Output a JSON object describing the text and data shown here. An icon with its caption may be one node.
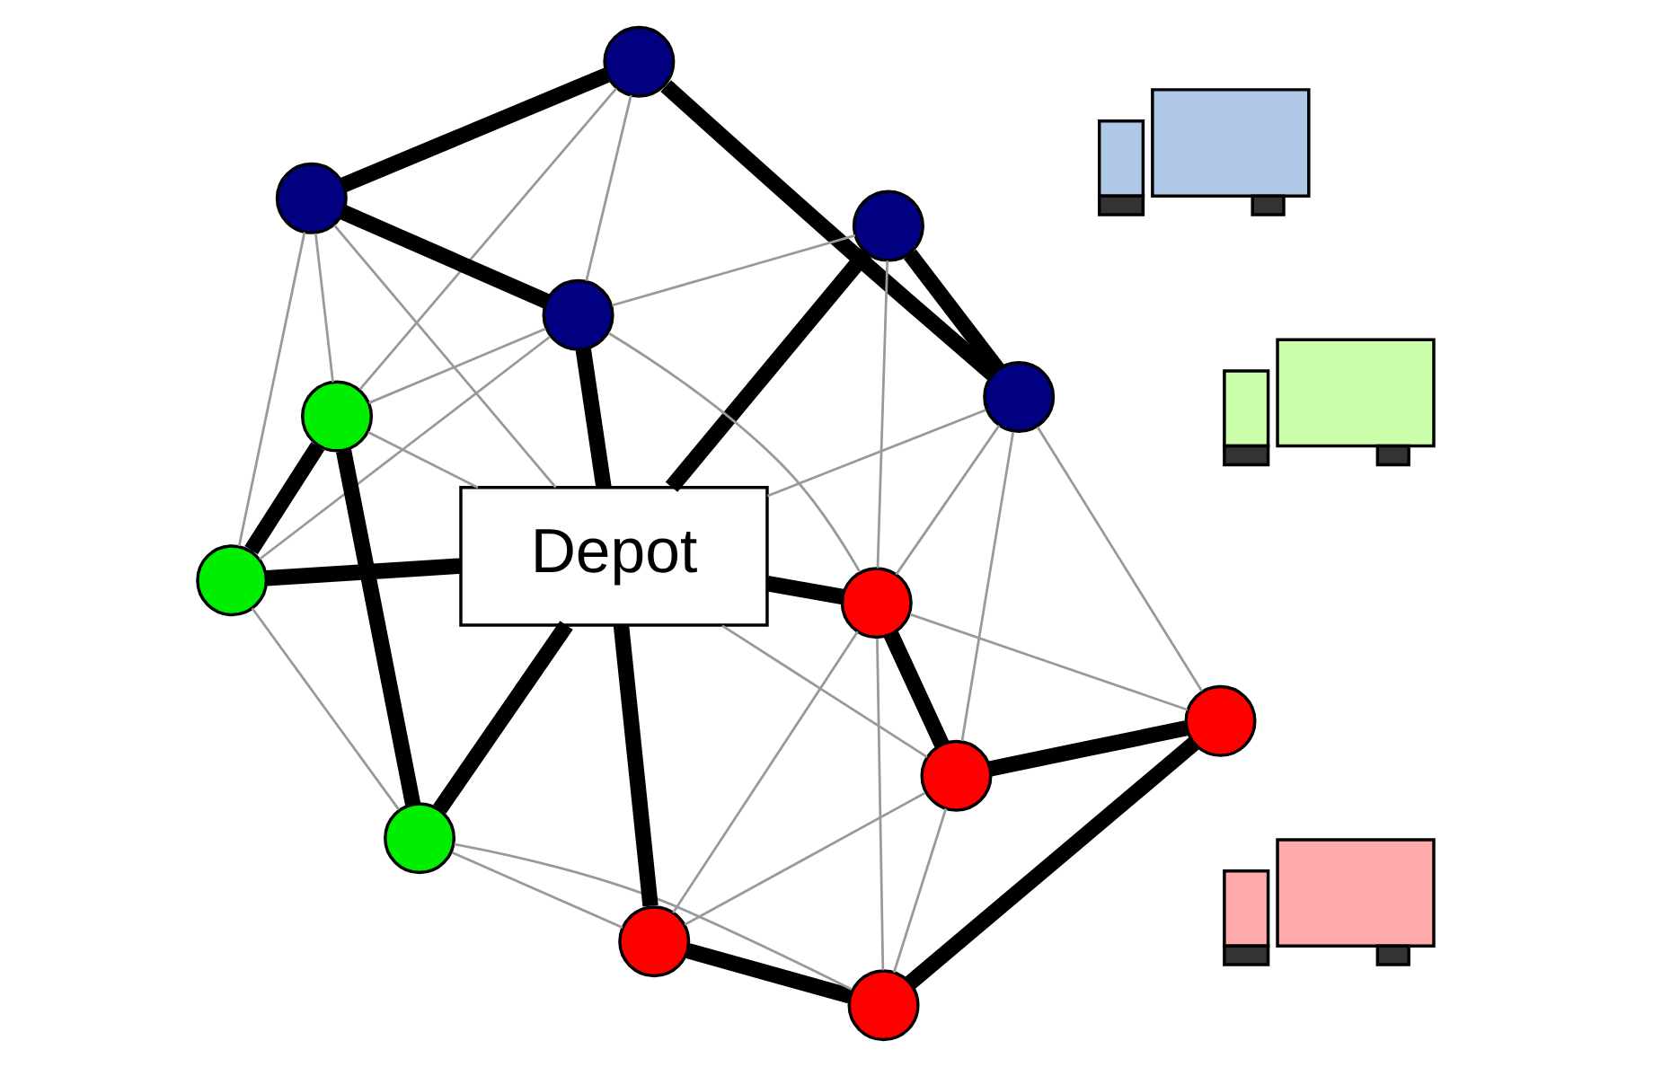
{
  "diagram": {
    "nodes": [
      {
        "text": [
          "Depot"
        ]
      },
      {
        "text": [],
        "shape": "circle"
      },
      {
        "text": [],
        "shape": "circle"
      },
      {
        "text": [],
        "shape": "circle"
      },
      {
        "text": [],
        "shape": "circle"
      },
      {
        "text": [],
        "shape": "circle"
      },
      {
        "text": [],
        "shape": "circle"
      },
      {
        "text": [],
        "shape": "circle"
      },
      {
        "text": [],
        "shape": "circle"
      },
      {
        "text": [],
        "shape": "circle"
      },
      {
        "text": [],
        "shape": "circle"
      },
      {
        "text": [],
        "shape": "circle"
      },
      {
        "text": [],
        "shape": "circle"
      },
      {
        "text": [],
        "shape": "circle"
      },
      {
        "text": [],
        "shape": "truck"
      },
      {
        "text": [],
        "shape": "truck"
      },
      {
        "text": [],
        "shape": "truck"
      }
    ],
    "edges": [
      {
        "from": 1,
        "to": 7,
        "arrow": "none",
        "style": "thick",
        "color": "#000000"
      },
      {
        "from": 7,
        "to": 6,
        "arrow": "none",
        "style": "thick",
        "color": "#000000"
      },
      {
        "from": 6,
        "to": 0,
        "arrow": "none",
        "style": "thick",
        "color": "#000000"
      },
      {
        "from": 1,
        "to": 9,
        "arrow": "none",
        "style": "thick",
        "color": "#000000"
      },
      {
        "from": 9,
        "to": 10,
        "arrow": "none",
        "style": "thick",
        "color": "#000000"
      },
      {
        "from": 10,
        "to": 0,
        "arrow": "none",
        "style": "thick",
        "color": "#000000"
      },
      {
        "from": 0,
        "to": 4,
        "arrow": "none",
        "style": "thick",
        "color": "#000000"
      },
      {
        "from": 4,
        "to": 2,
        "arrow": "none",
        "style": "thick",
        "color": "#000000"
      },
      {
        "from": 2,
        "to": 3,
        "arrow": "none",
        "style": "thick",
        "color": "#000000"
      },
      {
        "from": 3,
        "to": 8,
        "arrow": "none",
        "style": "thick",
        "color": "#000000"
      },
      {
        "from": 8,
        "to": 5,
        "arrow": "none",
        "style": "thick",
        "color": "#000000"
      },
      {
        "from": 5,
        "to": 0,
        "arrow": "none",
        "style": "thick",
        "color": "#000000"
      },
      {
        "from": 0,
        "to": 11,
        "arrow": "none",
        "style": "thick",
        "color": "#000000"
      },
      {
        "from": 11,
        "to": 12,
        "arrow": "none",
        "style": "thick",
        "color": "#000000"
      },
      {
        "from": 12,
        "to": 13,
        "arrow": "none",
        "style": "thick",
        "color": "#000000"
      },
      {
        "from": 13,
        "to": 0,
        "arrow": "none",
        "style": "thick",
        "color": "#000000"
      },
      {
        "from": 1,
        "to": 2,
        "arrow": "none"
      },
      {
        "from": 1,
        "to": 6,
        "arrow": "none"
      },
      {
        "from": 2,
        "to": 7,
        "arrow": "none"
      },
      {
        "from": 2,
        "to": 6,
        "arrow": "none"
      },
      {
        "from": 2,
        "to": 0,
        "arrow": "none"
      },
      {
        "from": 4,
        "to": 6,
        "arrow": "none"
      },
      {
        "from": 4,
        "to": 5,
        "arrow": "none"
      },
      {
        "from": 6,
        "to": 5,
        "arrow": "none"
      },
      {
        "from": 5,
        "to": 3,
        "arrow": "none"
      },
      {
        "from": 7,
        "to": 0,
        "arrow": "none"
      },
      {
        "from": 7,
        "to": 9,
        "arrow": "none"
      },
      {
        "from": 7,
        "to": 10,
        "arrow": "none"
      },
      {
        "from": 6,
        "to": 9,
        "arrow": "none"
      },
      {
        "from": 6,
        "to": 10,
        "arrow": "none"
      },
      {
        "from": 9,
        "to": 13,
        "arrow": "none"
      },
      {
        "from": 10,
        "to": 13,
        "arrow": "none"
      },
      {
        "from": 13,
        "to": 11,
        "arrow": "none"
      },
      {
        "from": 0,
        "to": 8,
        "arrow": "none"
      },
      {
        "from": 0,
        "to": 12,
        "arrow": "none"
      },
      {
        "from": 5,
        "to": 11,
        "arrow": "none"
      },
      {
        "from": 5,
        "to": 12,
        "arrow": "none"
      },
      {
        "from": 8,
        "to": 11,
        "arrow": "none"
      },
      {
        "from": 8,
        "to": 12,
        "arrow": "none"
      },
      {
        "from": 3,
        "to": 12,
        "arrow": "none"
      }
    ]
  }
}
